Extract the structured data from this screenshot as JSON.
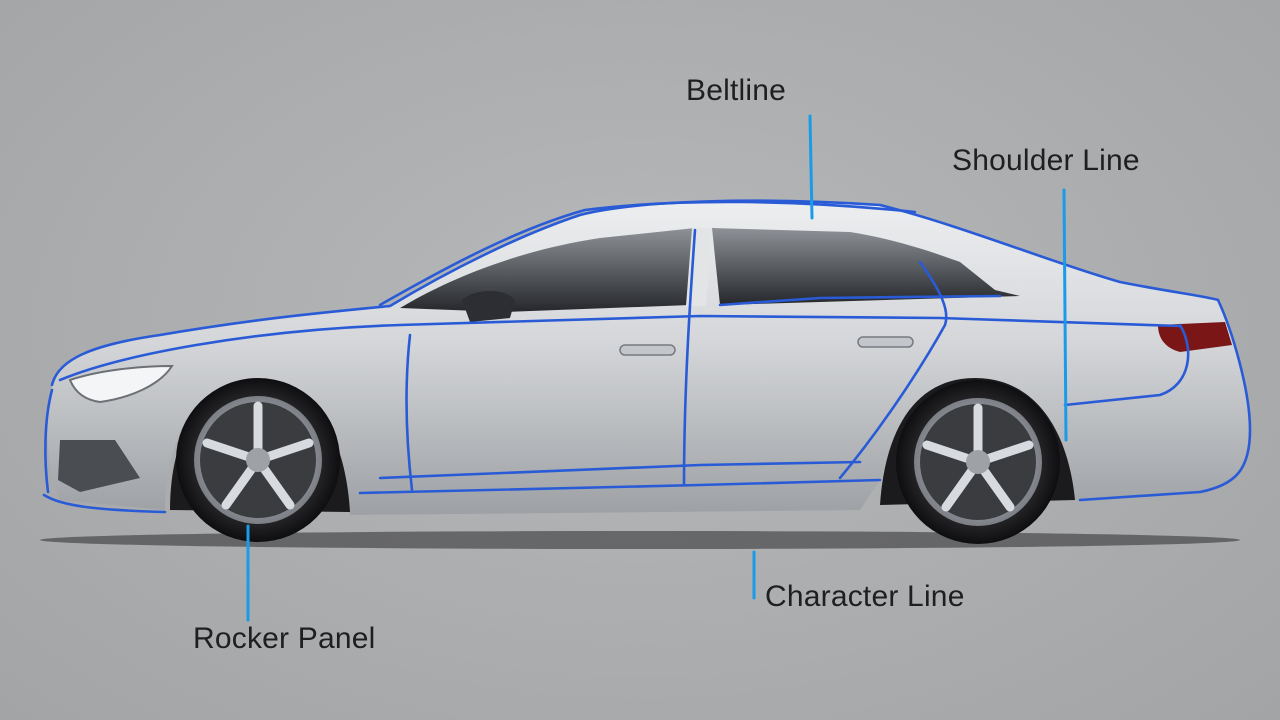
{
  "diagram": {
    "labels": {
      "beltline": "Beltline",
      "shoulder_line": "Shoulder Line",
      "character_line": "Character Line",
      "rocker_panel": "Rocker Panel"
    },
    "colors": {
      "background": "#a9abad",
      "outline": "#2a5bd7",
      "leader": "#1a9be8",
      "body": "#d6d8db",
      "glass": "#3a3d42",
      "tail_light": "#7a1616"
    }
  }
}
